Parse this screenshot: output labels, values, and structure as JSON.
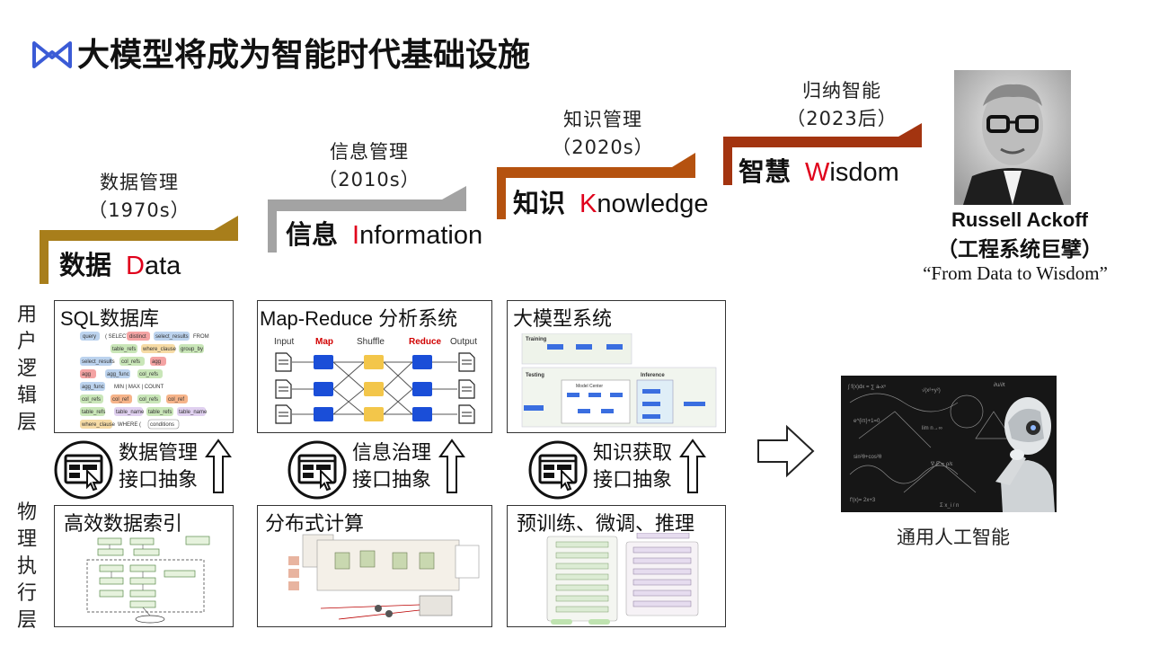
{
  "title": "大模型将成为智能时代基础设施",
  "stages": [
    {
      "caption": "数据管理",
      "period": "（1970s）",
      "zh": "数据",
      "en_cap": "D",
      "en_rest": "ata",
      "color": "#a87e1b"
    },
    {
      "caption": "信息管理",
      "period": "（2010s）",
      "zh": "信息",
      "en_cap": "I",
      "en_rest": "nformation",
      "color": "#a3a3a3"
    },
    {
      "caption": "知识管理",
      "period": "（2020s）",
      "zh": "知识",
      "en_cap": "K",
      "en_rest": "nowledge",
      "color": "#b5520f"
    },
    {
      "caption": "归纳智能",
      "period": "（2023后）",
      "zh": "智慧",
      "en_cap": "W",
      "en_rest": "isdom",
      "color": "#a33410"
    }
  ],
  "ackoff": {
    "name": "Russell Ackoff",
    "role": "（工程系统巨擘）",
    "quote": "“From Data to Wisdom”"
  },
  "layers": {
    "user": "用户逻辑层",
    "physical": "物理执行层"
  },
  "top_boxes": [
    {
      "title": "SQL数据库"
    },
    {
      "title": "Map-Reduce 分析系统",
      "cols": [
        "Input",
        "Map",
        "Shuffle",
        "Reduce",
        "Output"
      ]
    },
    {
      "title": "大模型系统",
      "labels": [
        "Training",
        "Testing",
        "Inference",
        "Model Center"
      ]
    }
  ],
  "sql_chips": [
    "query",
    "( SELECT",
    "distinct",
    "select_results",
    "FROM",
    "table_refs",
    "where_clause",
    "group_by",
    "select_results",
    "col_refs",
    "agg",
    "agg",
    "agg_func",
    "col_refs",
    "agg_func",
    "MIN | MAX | COUNT",
    "col_refs",
    "col_ref",
    "col_refs",
    "col_ref",
    "table_refs",
    "table_name",
    "table_refs",
    "table_name",
    "where_clause",
    "WHERE (",
    "conditions"
  ],
  "middles": [
    {
      "l1": "数据管理",
      "l2": "接口抽象"
    },
    {
      "l1": "信息治理",
      "l2": "接口抽象"
    },
    {
      "l1": "知识获取",
      "l2": "接口抽象"
    }
  ],
  "bottom_boxes": [
    {
      "title": "高效数据索引"
    },
    {
      "title": "分布式计算"
    },
    {
      "title": "预训练、微调、推理"
    }
  ],
  "agi_label": "通用人工智能",
  "colors": {
    "logo": "#3b5bd6",
    "accent_red": "#e0001b",
    "map_blue": "#1a4ed8",
    "shuffle_yellow": "#f3c64a"
  }
}
